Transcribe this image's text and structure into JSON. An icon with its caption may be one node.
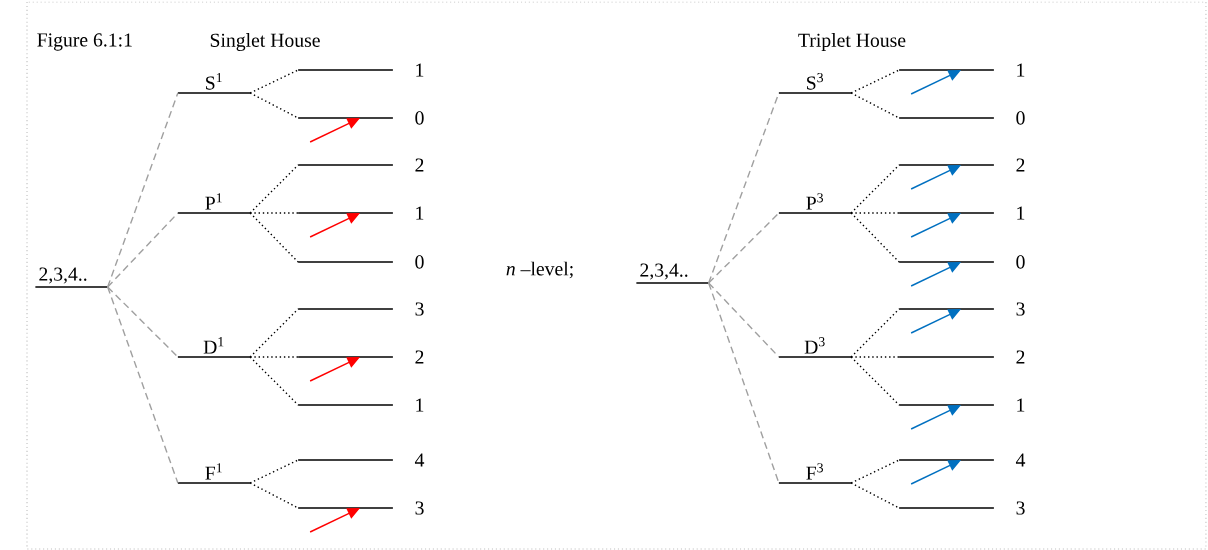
{
  "diagram": {
    "title": "Figure 6.1:1",
    "nodes": [
      {
        "text": [
          "2,3,4.."
        ]
      },
      {
        "text": [
          "S$^{1}$"
        ]
      },
      {
        "text": [
          "1"
        ]
      },
      {
        "text": [
          "0"
        ]
      },
      {
        "text": [
          "P$^{1}$"
        ]
      },
      {
        "text": [
          "2"
        ]
      },
      {
        "text": [
          "1"
        ]
      },
      {
        "text": [
          "0"
        ]
      },
      {
        "text": [
          "D$^{1}$"
        ]
      },
      {
        "text": [
          "3"
        ]
      },
      {
        "text": [
          "2"
        ]
      },
      {
        "text": [
          "1"
        ]
      },
      {
        "text": [
          "F$^{1}$"
        ]
      },
      {
        "text": [
          "4"
        ]
      },
      {
        "text": [
          "3"
        ]
      },
      {
        "text": [
          "2,3,4.."
        ]
      },
      {
        "text": [
          "S$^{3}$"
        ]
      },
      {
        "text": [
          "1"
        ]
      },
      {
        "text": [
          "0"
        ]
      },
      {
        "text": [
          "P$^{3}$"
        ]
      },
      {
        "text": [
          "2"
        ]
      },
      {
        "text": [
          "1"
        ]
      },
      {
        "text": [
          "0"
        ]
      },
      {
        "text": [
          "D$^{3}$"
        ]
      },
      {
        "text": [
          "3"
        ]
      },
      {
        "text": [
          "2"
        ]
      },
      {
        "text": [
          "1"
        ]
      },
      {
        "text": [
          "F$^{3}$"
        ]
      },
      {
        "text": [
          "4"
        ]
      },
      {
        "text": [
          "3"
        ]
      }
    ],
    "edges": [
      {
        "from": 0,
        "to": 1,
        "arrow": "none",
        "style": "dashed",
        "color": "#a0a0a0"
      },
      {
        "from": 0,
        "to": 4,
        "arrow": "none",
        "style": "dashed",
        "color": "#a0a0a0"
      },
      {
        "from": 0,
        "to": 8,
        "arrow": "none",
        "style": "dashed",
        "color": "#a0a0a0"
      },
      {
        "from": 0,
        "to": 12,
        "arrow": "none",
        "style": "dashed",
        "color": "#a0a0a0"
      },
      {
        "from": 1,
        "to": 2,
        "arrow": "none",
        "style": "dashed"
      },
      {
        "from": 1,
        "to": 3,
        "arrow": "none",
        "style": "dashed"
      },
      {
        "from": 4,
        "to": 5,
        "arrow": "none",
        "style": "dashed"
      },
      {
        "from": 4,
        "to": 6,
        "arrow": "none",
        "style": "dashed"
      },
      {
        "from": 4,
        "to": 7,
        "arrow": "none",
        "style": "dashed"
      },
      {
        "from": 8,
        "to": 9,
        "arrow": "none",
        "style": "dashed"
      },
      {
        "from": 8,
        "to": 10,
        "arrow": "none",
        "style": "dashed"
      },
      {
        "from": 8,
        "to": 11,
        "arrow": "none",
        "style": "dashed"
      },
      {
        "from": 12,
        "to": 13,
        "arrow": "none",
        "style": "dashed"
      },
      {
        "from": 12,
        "to": 14,
        "arrow": "none",
        "style": "dashed"
      },
      {
        "from": null,
        "to": 3,
        "arrow": "to",
        "color": "#ff0000"
      },
      {
        "from": null,
        "to": 6,
        "arrow": "to",
        "color": "#ff0000"
      },
      {
        "from": null,
        "to": 10,
        "arrow": "to",
        "color": "#ff0000"
      },
      {
        "from": null,
        "to": 14,
        "arrow": "to",
        "color": "#ff0000"
      },
      {
        "from": 15,
        "to": 16,
        "arrow": "none",
        "style": "dashed",
        "color": "#a0a0a0"
      },
      {
        "from": 15,
        "to": 19,
        "arrow": "none",
        "style": "dashed",
        "color": "#a0a0a0"
      },
      {
        "from": 15,
        "to": 23,
        "arrow": "none",
        "style": "dashed",
        "color": "#a0a0a0"
      },
      {
        "from": 15,
        "to": 27,
        "arrow": "none",
        "style": "dashed",
        "color": "#a0a0a0"
      },
      {
        "from": 16,
        "to": 17,
        "arrow": "none",
        "style": "dashed"
      },
      {
        "from": 16,
        "to": 18,
        "arrow": "none",
        "style": "dashed"
      },
      {
        "from": 19,
        "to": 20,
        "arrow": "none",
        "style": "dashed"
      },
      {
        "from": 19,
        "to": 21,
        "arrow": "none",
        "style": "dashed"
      },
      {
        "from": 19,
        "to": 22,
        "arrow": "none",
        "style": "dashed"
      },
      {
        "from": 23,
        "to": 24,
        "arrow": "none",
        "style": "dashed"
      },
      {
        "from": 23,
        "to": 25,
        "arrow": "none",
        "style": "dashed"
      },
      {
        "from": 23,
        "to": 26,
        "arrow": "none",
        "style": "dashed"
      },
      {
        "from": 27,
        "to": 28,
        "arrow": "none",
        "style": "dashed"
      },
      {
        "from": 27,
        "to": 29,
        "arrow": "none",
        "style": "dashed"
      },
      {
        "from": null,
        "to": 17,
        "arrow": "to",
        "color": "#0070c0"
      },
      {
        "from": null,
        "to": 20,
        "arrow": "to",
        "color": "#0070c0"
      },
      {
        "from": null,
        "to": 21,
        "arrow": "to",
        "color": "#0070c0"
      },
      {
        "from": null,
        "to": 22,
        "arrow": "to",
        "color": "#0070c0"
      },
      {
        "from": null,
        "to": 24,
        "arrow": "to",
        "color": "#0070c0"
      },
      {
        "from": null,
        "to": 26,
        "arrow": "to",
        "color": "#0070c0"
      },
      {
        "from": null,
        "to": 28,
        "arrow": "to",
        "color": "#0070c0"
      }
    ],
    "labels": [
      "Singlet House",
      "*n* –level;",
      "Triplet House"
    ]
  }
}
